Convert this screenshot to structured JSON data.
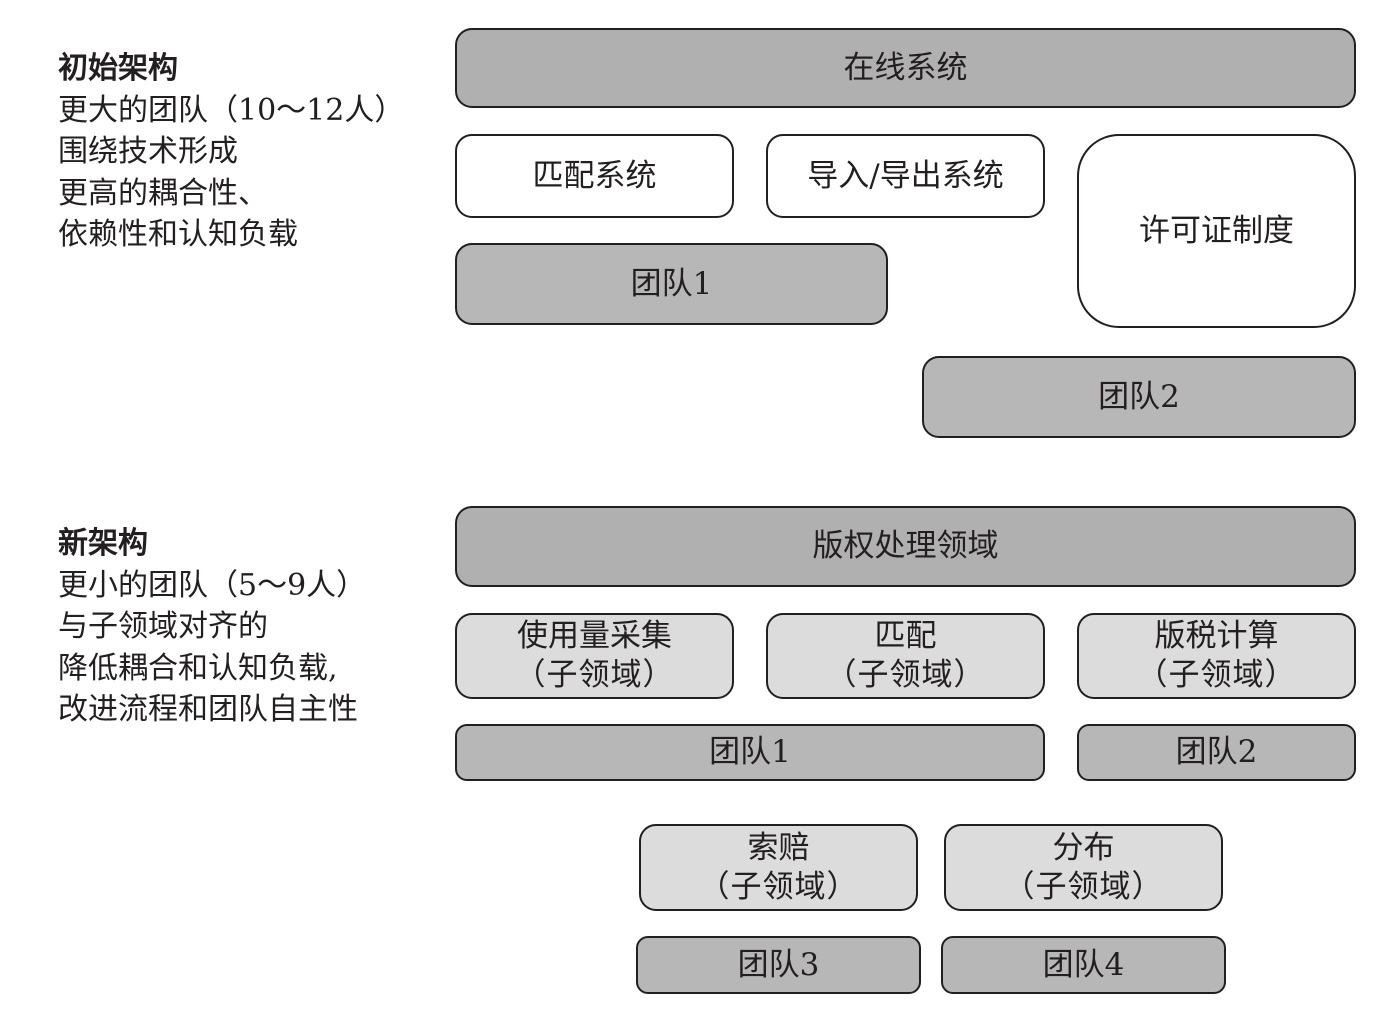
{
  "top": {
    "description": {
      "heading": "初始架构",
      "lines": [
        "更大的团队（10～12人）",
        "围绕技术形成",
        "更高的耦合性、",
        "依赖性和认知负载"
      ]
    },
    "online_system": "在线系统",
    "matching_system": "匹配系统",
    "import_export_system": "导入/导出系统",
    "licensing": "许可证制度",
    "team1": "团队1",
    "team2": "团队2"
  },
  "bottom": {
    "description": {
      "heading": "新架构",
      "lines": [
        "更小的团队（5～9人）",
        "与子领域对齐的",
        "降低耦合和认知负载,",
        "改进流程和团队自主性"
      ]
    },
    "domain": "版权处理领域",
    "subdomains": [
      {
        "name": "使用量采集",
        "tag": "（子领域）"
      },
      {
        "name": "匹配",
        "tag": "（子领域）"
      },
      {
        "name": "版税计算",
        "tag": "（子领域）"
      },
      {
        "name": "索赔",
        "tag": "（子领域）"
      },
      {
        "name": "分布",
        "tag": "（子领域）"
      }
    ],
    "teams": [
      "团队1",
      "团队2",
      "团队3",
      "团队4"
    ]
  },
  "colors": {
    "system_fill": "#b1b0b0",
    "team_fill": "#b8b7b7",
    "subdomain_fill": "#dcdcdc",
    "outline": "#231f20"
  }
}
